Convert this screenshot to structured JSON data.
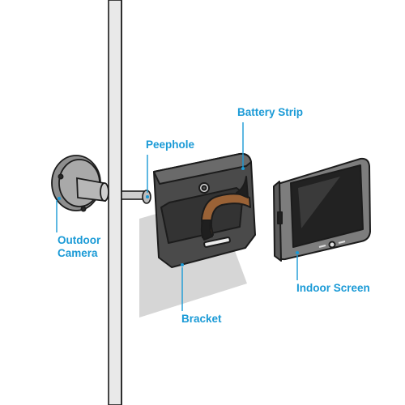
{
  "colors": {
    "callout": "#1a9ad6",
    "outline": "#1c1c1c",
    "bracket_fill": "#4a4a4a",
    "screen_dark": "#222222",
    "wall_edge": "#e6e6e6",
    "shadow": "#d9d9d9",
    "strap": "#9a6236"
  },
  "labels": {
    "outdoor_camera_line1": "Outdoor",
    "outdoor_camera_line2": "Camera",
    "peephole": "Peephole",
    "battery_strip": "Battery Strip",
    "bracket": "Bracket",
    "indoor_screen": "Indoor Screen"
  }
}
